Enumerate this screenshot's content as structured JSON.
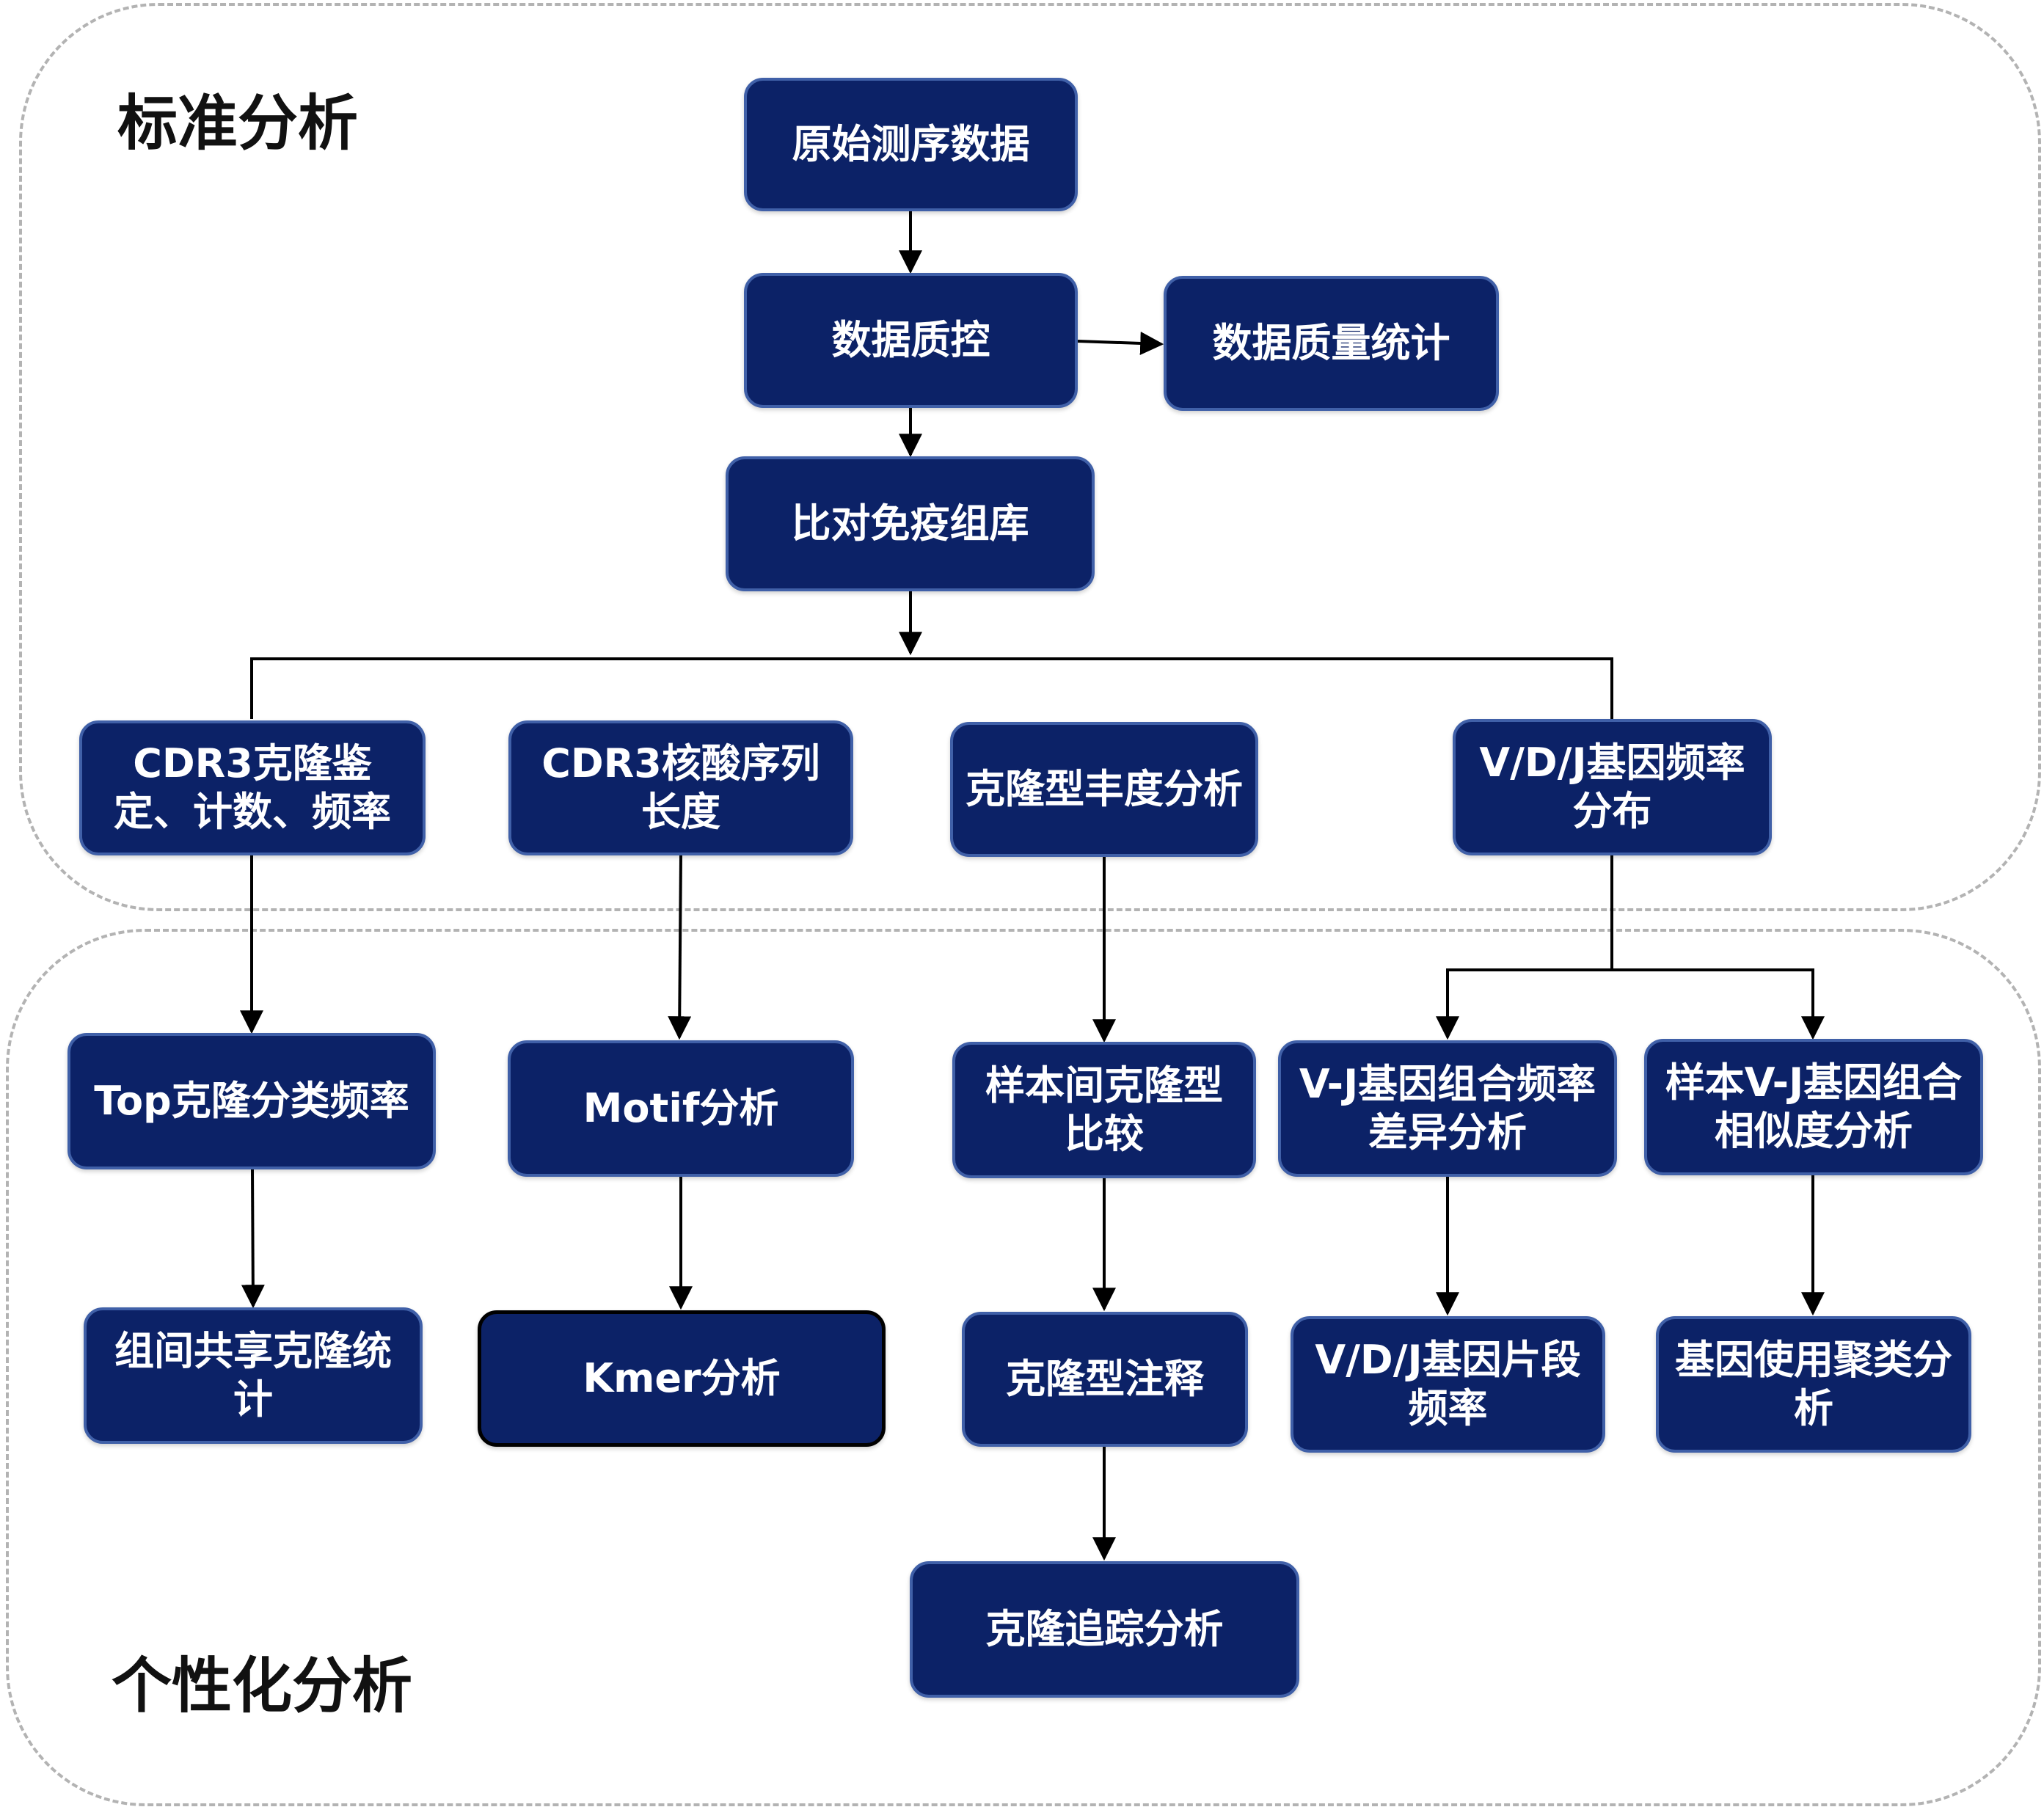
{
  "sections": {
    "standard": "标准分析",
    "personalized": "个性化分析"
  },
  "nodes": {
    "raw": "原始测序数据",
    "qc": "数据质控",
    "qc_stats": "数据质量统计",
    "align": "比对免疫组库",
    "cdr3_clone": "CDR3克隆鉴定、计数、频率",
    "cdr3_len": "CDR3核酸序列长度",
    "clonotype_abund": "克隆型丰度分析",
    "vdj_freq": "V/D/J基因频率分布",
    "top_clone": "Top克隆分类频率",
    "motif": "Motif分析",
    "sample_compare": "样本间克隆型比较",
    "vj_combo": "V-J基因组合频率差异分析",
    "vj_similarity": "样本V-J基因组合相似度分析",
    "shared_clone": "组间共享克隆统计",
    "kmer": "Kmer分析",
    "clone_annot": "克隆型注释",
    "vdj_segment": "V/D/J基因片段频率",
    "gene_cluster": "基因使用聚类分析",
    "clone_track": "克隆追踪分析"
  },
  "colors": {
    "node_fill": "#0c2267",
    "node_border": "#4060a8",
    "node_text": "#ffffff",
    "arrow": "#000000",
    "region_border": "#b3b3b3"
  }
}
